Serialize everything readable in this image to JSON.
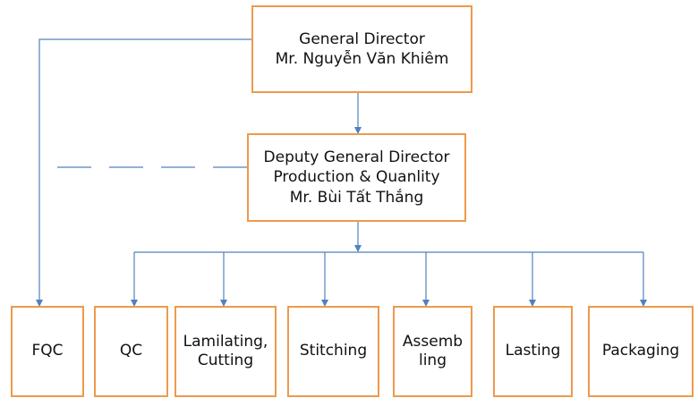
{
  "diagram": {
    "colors": {
      "box_border": "#ED9A4C",
      "connector": "#4F81BD",
      "text": "#111111",
      "background": "#ffffff"
    },
    "general_director": {
      "title": "General Director",
      "person": "Mr. Nguyễn Văn Khiêm"
    },
    "deputy_director": {
      "title": "Deputy General Director",
      "department": "Production & Quanlity",
      "person": "Mr. Bùi Tất Thắng"
    },
    "departments": [
      {
        "lines": [
          "FQC"
        ]
      },
      {
        "lines": [
          "QC"
        ]
      },
      {
        "lines": [
          "Lamilating,",
          "Cutting"
        ]
      },
      {
        "lines": [
          "Stitching"
        ]
      },
      {
        "lines": [
          "Assemb",
          "ling"
        ]
      },
      {
        "lines": [
          "Lasting"
        ]
      },
      {
        "lines": [
          "Packaging"
        ]
      }
    ]
  }
}
